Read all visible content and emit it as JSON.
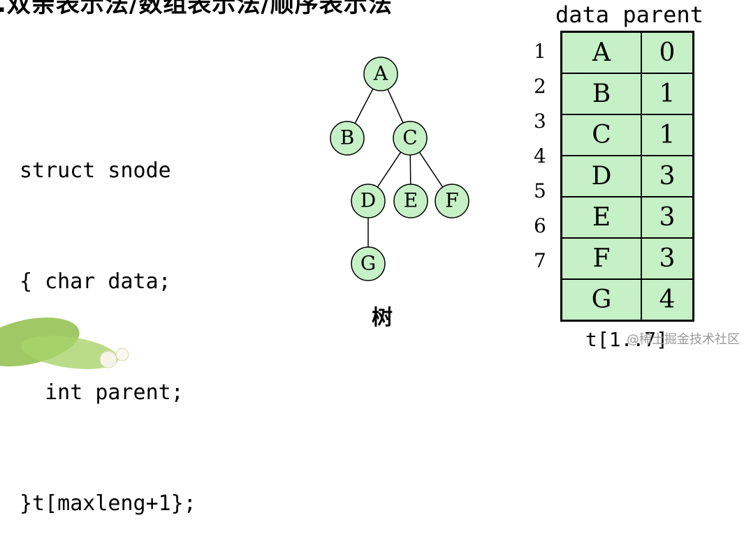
{
  "title": ".双亲表示法/数组表示法/顺序表示法",
  "code": {
    "lines": [
      "struct snode",
      "{ char data;",
      "  int parent;",
      "}t[maxleng+1};"
    ]
  },
  "tree": {
    "caption": "树",
    "node_fill": "#c6f0c6",
    "nodes": [
      {
        "id": "A",
        "label": "A"
      },
      {
        "id": "B",
        "label": "B"
      },
      {
        "id": "C",
        "label": "C"
      },
      {
        "id": "D",
        "label": "D"
      },
      {
        "id": "E",
        "label": "E"
      },
      {
        "id": "F",
        "label": "F"
      },
      {
        "id": "G",
        "label": "G"
      }
    ],
    "edges": [
      [
        "A",
        "B"
      ],
      [
        "A",
        "C"
      ],
      [
        "C",
        "D"
      ],
      [
        "C",
        "E"
      ],
      [
        "C",
        "F"
      ],
      [
        "D",
        "G"
      ]
    ]
  },
  "table": {
    "header": "data parent",
    "indices": [
      "1",
      "2",
      "3",
      "4",
      "5",
      "6",
      "7"
    ],
    "rows": [
      {
        "data": "A",
        "parent": "0"
      },
      {
        "data": "B",
        "parent": "1"
      },
      {
        "data": "C",
        "parent": "1"
      },
      {
        "data": "D",
        "parent": "3"
      },
      {
        "data": "E",
        "parent": "3"
      },
      {
        "data": "F",
        "parent": "3"
      },
      {
        "data": "G",
        "parent": "4"
      }
    ],
    "caption": "t[1..7]",
    "cell_fill": "#c6f0c6"
  },
  "watermark": "@稀土掘金技术社区"
}
